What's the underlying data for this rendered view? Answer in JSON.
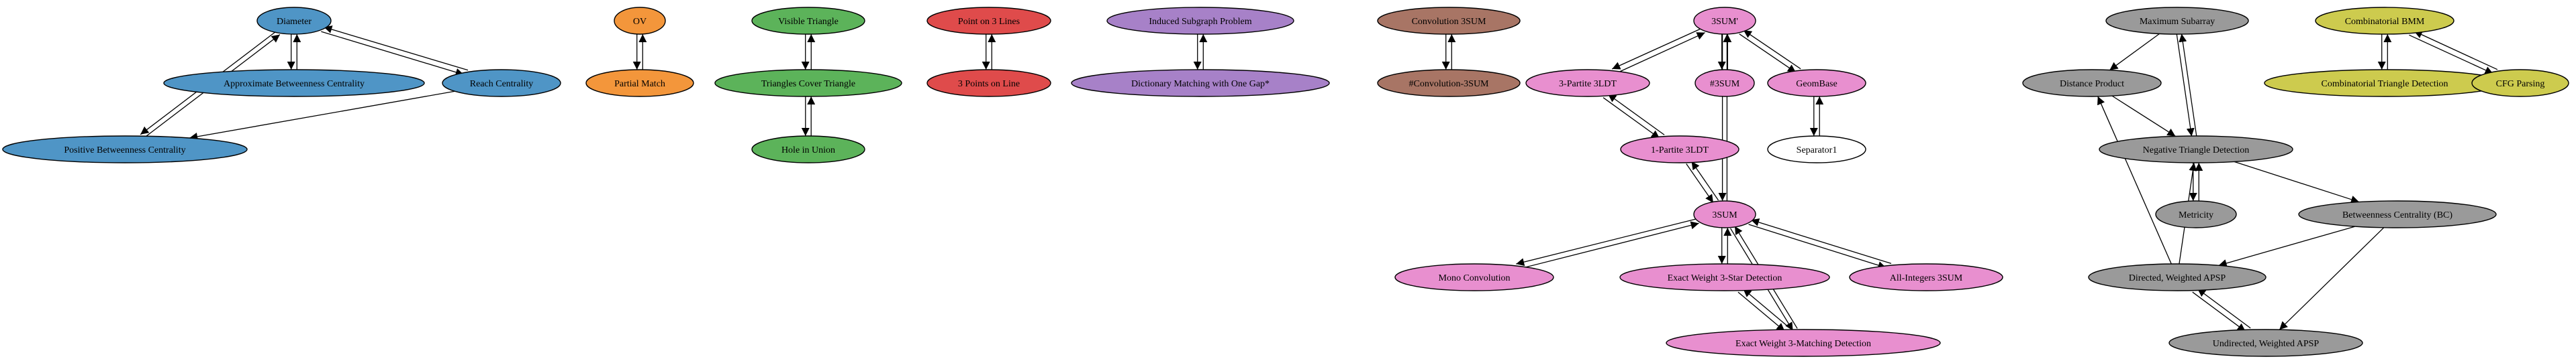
{
  "colors": {
    "blue": "#4f95c6",
    "orange": "#f3963b",
    "green": "#5cb35a",
    "red": "#df4b4b",
    "purple": "#a781c8",
    "brown": "#a87565",
    "pink": "#e88fcf",
    "white": "#ffffff",
    "gray": "#9a9a9a",
    "olive": "#cdcb4e"
  },
  "nodes": [
    {
      "id": "diameter",
      "label": "Diameter",
      "color": "blue"
    },
    {
      "id": "approx_bc",
      "label": "Approximate Betweenness Centrality",
      "color": "blue"
    },
    {
      "id": "reach",
      "label": "Reach Centrality",
      "color": "blue"
    },
    {
      "id": "pos_bc",
      "label": "Positive Betweenness Centrality",
      "color": "blue"
    },
    {
      "id": "ov",
      "label": "OV",
      "color": "orange"
    },
    {
      "id": "partial",
      "label": "Partial Match",
      "color": "orange"
    },
    {
      "id": "vis_tri",
      "label": "Visible Triangle",
      "color": "green"
    },
    {
      "id": "tri_cover",
      "label": "Triangles Cover Triangle",
      "color": "green"
    },
    {
      "id": "hole",
      "label": "Hole in Union",
      "color": "green"
    },
    {
      "id": "pt3lines",
      "label": "Point on 3 Lines",
      "color": "red"
    },
    {
      "id": "pts3line",
      "label": "3 Points on Line",
      "color": "red"
    },
    {
      "id": "induced",
      "label": "Induced Subgraph Problem",
      "color": "purple"
    },
    {
      "id": "dictmatch",
      "label": "Dictionary Matching with One Gap*",
      "color": "purple"
    },
    {
      "id": "conv3sum",
      "label": "Convolution 3SUM",
      "color": "brown"
    },
    {
      "id": "sharpconv3sum",
      "label": "#Convolution-3SUM",
      "color": "brown"
    },
    {
      "id": "3sump",
      "label": "3SUM'",
      "color": "pink"
    },
    {
      "id": "3p3ldt",
      "label": "3-Partite 3LDT",
      "color": "pink"
    },
    {
      "id": "sharp3sum",
      "label": "#3SUM",
      "color": "pink"
    },
    {
      "id": "geombase",
      "label": "GeomBase",
      "color": "pink"
    },
    {
      "id": "sep1",
      "label": "Separator1",
      "color": "white"
    },
    {
      "id": "1p3ldt",
      "label": "1-Partite 3LDT",
      "color": "pink"
    },
    {
      "id": "3sum",
      "label": "3SUM",
      "color": "pink"
    },
    {
      "id": "monoconv",
      "label": "Mono Convolution",
      "color": "pink"
    },
    {
      "id": "ew3star",
      "label": "Exact Weight 3-Star Detection",
      "color": "pink"
    },
    {
      "id": "allint",
      "label": "All-Integers 3SUM",
      "color": "pink"
    },
    {
      "id": "ew3match",
      "label": "Exact Weight 3-Matching Detection",
      "color": "pink"
    },
    {
      "id": "maxsub",
      "label": "Maximum Subarray",
      "color": "gray"
    },
    {
      "id": "distprod",
      "label": "Distance Product",
      "color": "gray"
    },
    {
      "id": "negtri",
      "label": "Negative Triangle Detection",
      "color": "gray"
    },
    {
      "id": "metricity",
      "label": "Metricity",
      "color": "gray"
    },
    {
      "id": "bc",
      "label": "Betweenness Centrality (BC)",
      "color": "gray"
    },
    {
      "id": "dirapsp",
      "label": "Directed, Weighted APSP",
      "color": "gray"
    },
    {
      "id": "undirapsp",
      "label": "Undirected, Weighted APSP",
      "color": "gray"
    },
    {
      "id": "combbmm",
      "label": "Combinatorial BMM",
      "color": "olive"
    },
    {
      "id": "combtri",
      "label": "Combinatorial Triangle Detection",
      "color": "olive"
    },
    {
      "id": "cfg",
      "label": "CFG Parsing",
      "color": "olive"
    }
  ],
  "edges": [
    {
      "from": "diameter",
      "to": "approx_bc"
    },
    {
      "from": "approx_bc",
      "to": "diameter"
    },
    {
      "from": "diameter",
      "to": "reach"
    },
    {
      "from": "reach",
      "to": "diameter"
    },
    {
      "from": "diameter",
      "to": "pos_bc"
    },
    {
      "from": "pos_bc",
      "to": "diameter"
    },
    {
      "from": "reach",
      "to": "pos_bc"
    },
    {
      "from": "ov",
      "to": "partial"
    },
    {
      "from": "partial",
      "to": "ov"
    },
    {
      "from": "vis_tri",
      "to": "tri_cover"
    },
    {
      "from": "tri_cover",
      "to": "vis_tri"
    },
    {
      "from": "tri_cover",
      "to": "hole"
    },
    {
      "from": "hole",
      "to": "tri_cover"
    },
    {
      "from": "pt3lines",
      "to": "pts3line"
    },
    {
      "from": "pts3line",
      "to": "pt3lines"
    },
    {
      "from": "induced",
      "to": "dictmatch"
    },
    {
      "from": "dictmatch",
      "to": "induced"
    },
    {
      "from": "conv3sum",
      "to": "sharpconv3sum"
    },
    {
      "from": "sharpconv3sum",
      "to": "conv3sum"
    },
    {
      "from": "3sump",
      "to": "3p3ldt"
    },
    {
      "from": "3p3ldt",
      "to": "3sump"
    },
    {
      "from": "3sump",
      "to": "sharp3sum"
    },
    {
      "from": "sharp3sum",
      "to": "3sump"
    },
    {
      "from": "3sump",
      "to": "geombase"
    },
    {
      "from": "geombase",
      "to": "3sump"
    },
    {
      "from": "geombase",
      "to": "sep1"
    },
    {
      "from": "sep1",
      "to": "geombase"
    },
    {
      "from": "3p3ldt",
      "to": "1p3ldt"
    },
    {
      "from": "1p3ldt",
      "to": "3p3ldt"
    },
    {
      "from": "1p3ldt",
      "to": "3sum"
    },
    {
      "from": "3sum",
      "to": "1p3ldt"
    },
    {
      "from": "3sump",
      "to": "3sum"
    },
    {
      "from": "3sum",
      "to": "3sump"
    },
    {
      "from": "3sum",
      "to": "monoconv"
    },
    {
      "from": "monoconv",
      "to": "3sum"
    },
    {
      "from": "3sum",
      "to": "ew3star"
    },
    {
      "from": "ew3star",
      "to": "3sum"
    },
    {
      "from": "3sum",
      "to": "allint"
    },
    {
      "from": "allint",
      "to": "3sum"
    },
    {
      "from": "3sum",
      "to": "ew3match"
    },
    {
      "from": "ew3match",
      "to": "3sum"
    },
    {
      "from": "ew3star",
      "to": "ew3match"
    },
    {
      "from": "ew3match",
      "to": "ew3star"
    },
    {
      "from": "maxsub",
      "to": "distprod"
    },
    {
      "from": "maxsub",
      "to": "negtri"
    },
    {
      "from": "negtri",
      "to": "maxsub"
    },
    {
      "from": "distprod",
      "to": "negtri"
    },
    {
      "from": "negtri",
      "to": "metricity"
    },
    {
      "from": "metricity",
      "to": "negtri"
    },
    {
      "from": "negtri",
      "to": "bc"
    },
    {
      "from": "bc",
      "to": "dirapsp"
    },
    {
      "from": "bc",
      "to": "undirapsp"
    },
    {
      "from": "dirapsp",
      "to": "distprod"
    },
    {
      "from": "dirapsp",
      "to": "negtri"
    },
    {
      "from": "dirapsp",
      "to": "undirapsp"
    },
    {
      "from": "undirapsp",
      "to": "dirapsp"
    },
    {
      "from": "combbmm",
      "to": "combtri"
    },
    {
      "from": "combtri",
      "to": "combbmm"
    },
    {
      "from": "combbmm",
      "to": "cfg"
    },
    {
      "from": "cfg",
      "to": "combbmm"
    }
  ]
}
